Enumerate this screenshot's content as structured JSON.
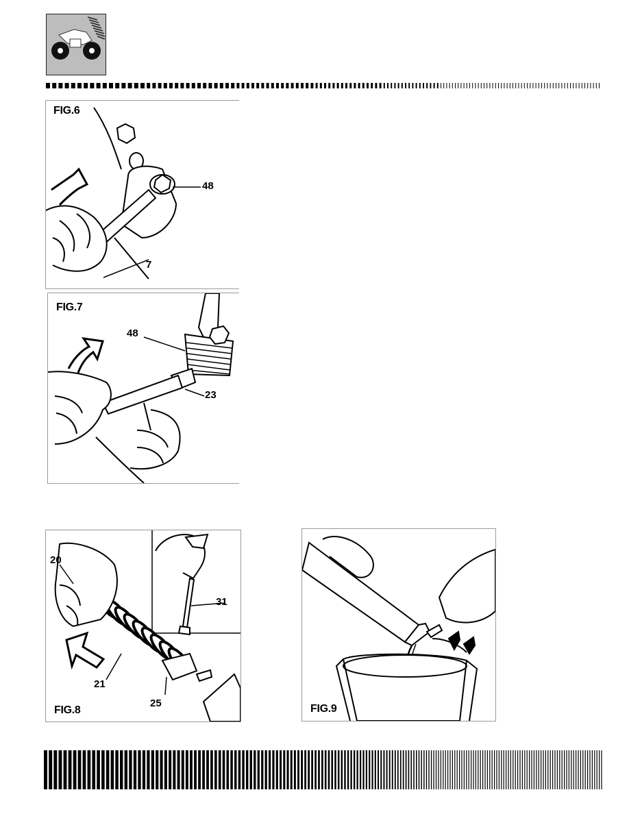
{
  "header": {
    "logo_icon": "motorcycle-suspension-icon"
  },
  "figures": [
    {
      "id": "fig6",
      "title": "FIG.6",
      "callouts": [
        "48",
        "7"
      ]
    },
    {
      "id": "fig7",
      "title": "FIG.7",
      "callouts": [
        "48",
        "23"
      ]
    },
    {
      "id": "fig8",
      "title": "FIG.8",
      "callouts": [
        "20",
        "31",
        "21",
        "25"
      ]
    },
    {
      "id": "fig9",
      "title": "FIG.9",
      "callouts": []
    }
  ],
  "colors": {
    "ink": "#000000",
    "logo_bg": "#bdbdbd",
    "frame": "#9a9a9a"
  }
}
